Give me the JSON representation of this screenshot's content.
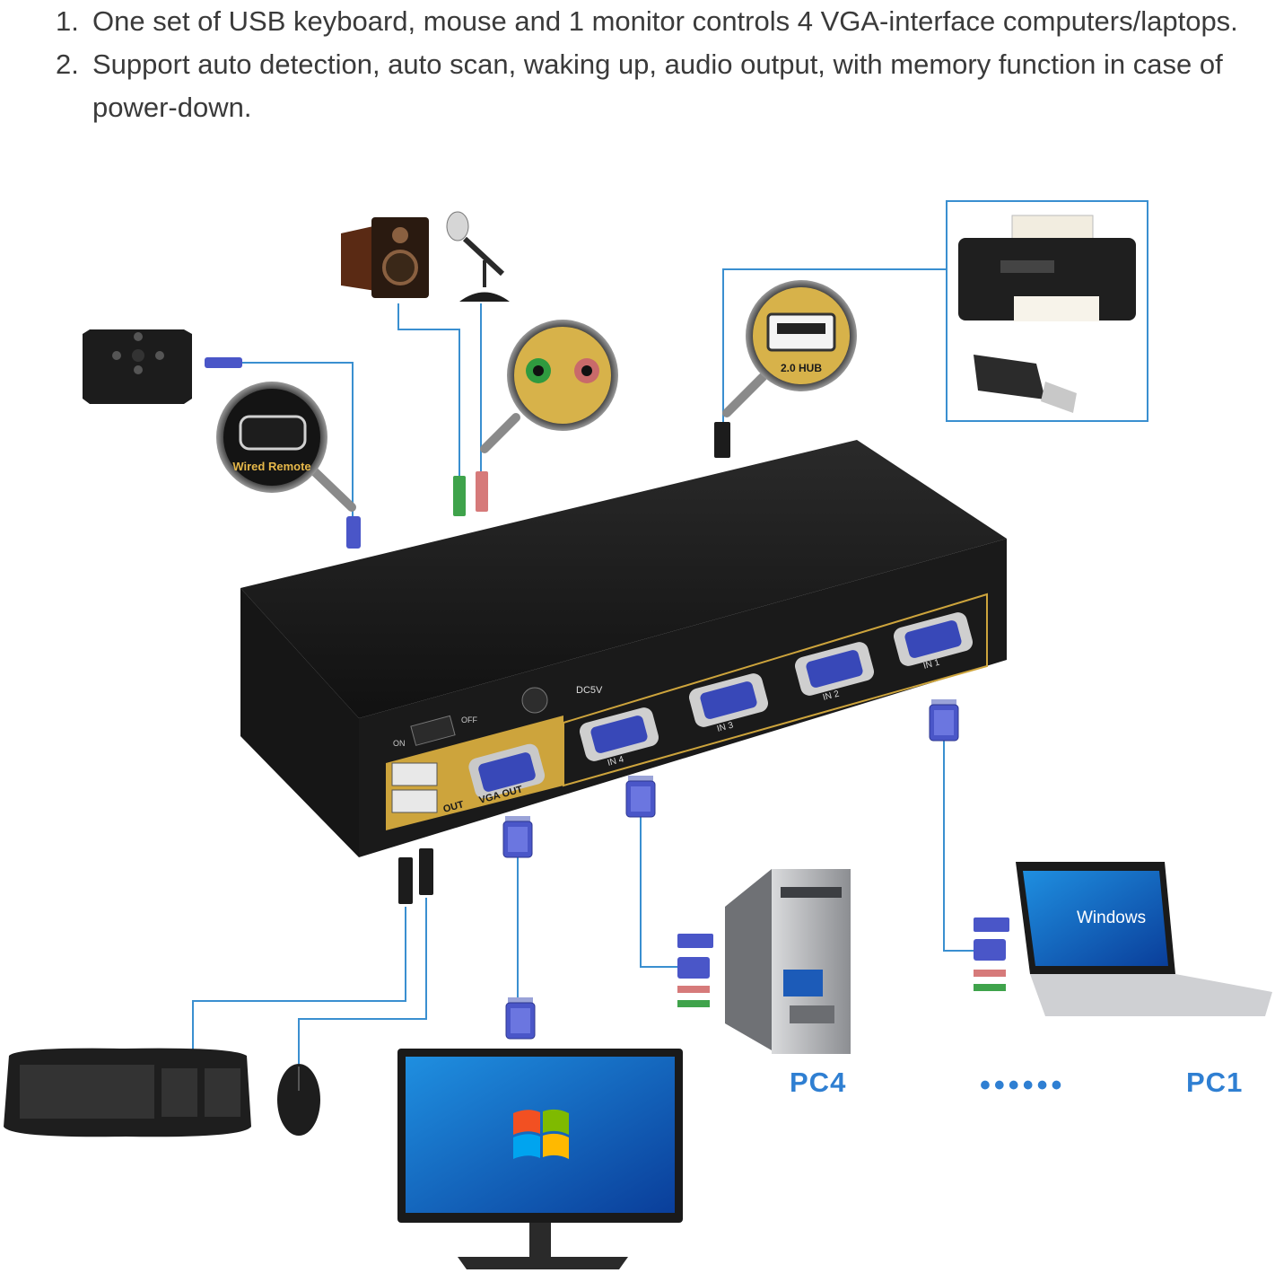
{
  "features": [
    {
      "num": "1.",
      "text": "One set of USB keyboard, mouse and 1 monitor controls 4 VGA-interface computers/laptops."
    },
    {
      "num": "2.",
      "text": "Support auto detection, auto scan, waking up, audio output, with memory function in case of power-down."
    }
  ],
  "ports": {
    "wired_remote": "Wired Remote",
    "usb_hub": "2.0 HUB",
    "dc": "DC5V",
    "on": "ON",
    "off": "OFF",
    "vga_out": "VGA OUT",
    "out": "OUT",
    "in4": "IN 4",
    "in3": "IN 3",
    "in2": "IN 2",
    "in1": "IN 1"
  },
  "screen": {
    "os_label": "Windows"
  },
  "labels": {
    "pc4": "PC4",
    "dots": "••••••",
    "pc1": "PC1"
  },
  "colors": {
    "line": "#3a8fd0",
    "kvm_body": "#1b1b1b",
    "gold_panel": "#cda43c",
    "vga_blue": "#4a56c8",
    "label_blue": "#2f7fd2"
  }
}
